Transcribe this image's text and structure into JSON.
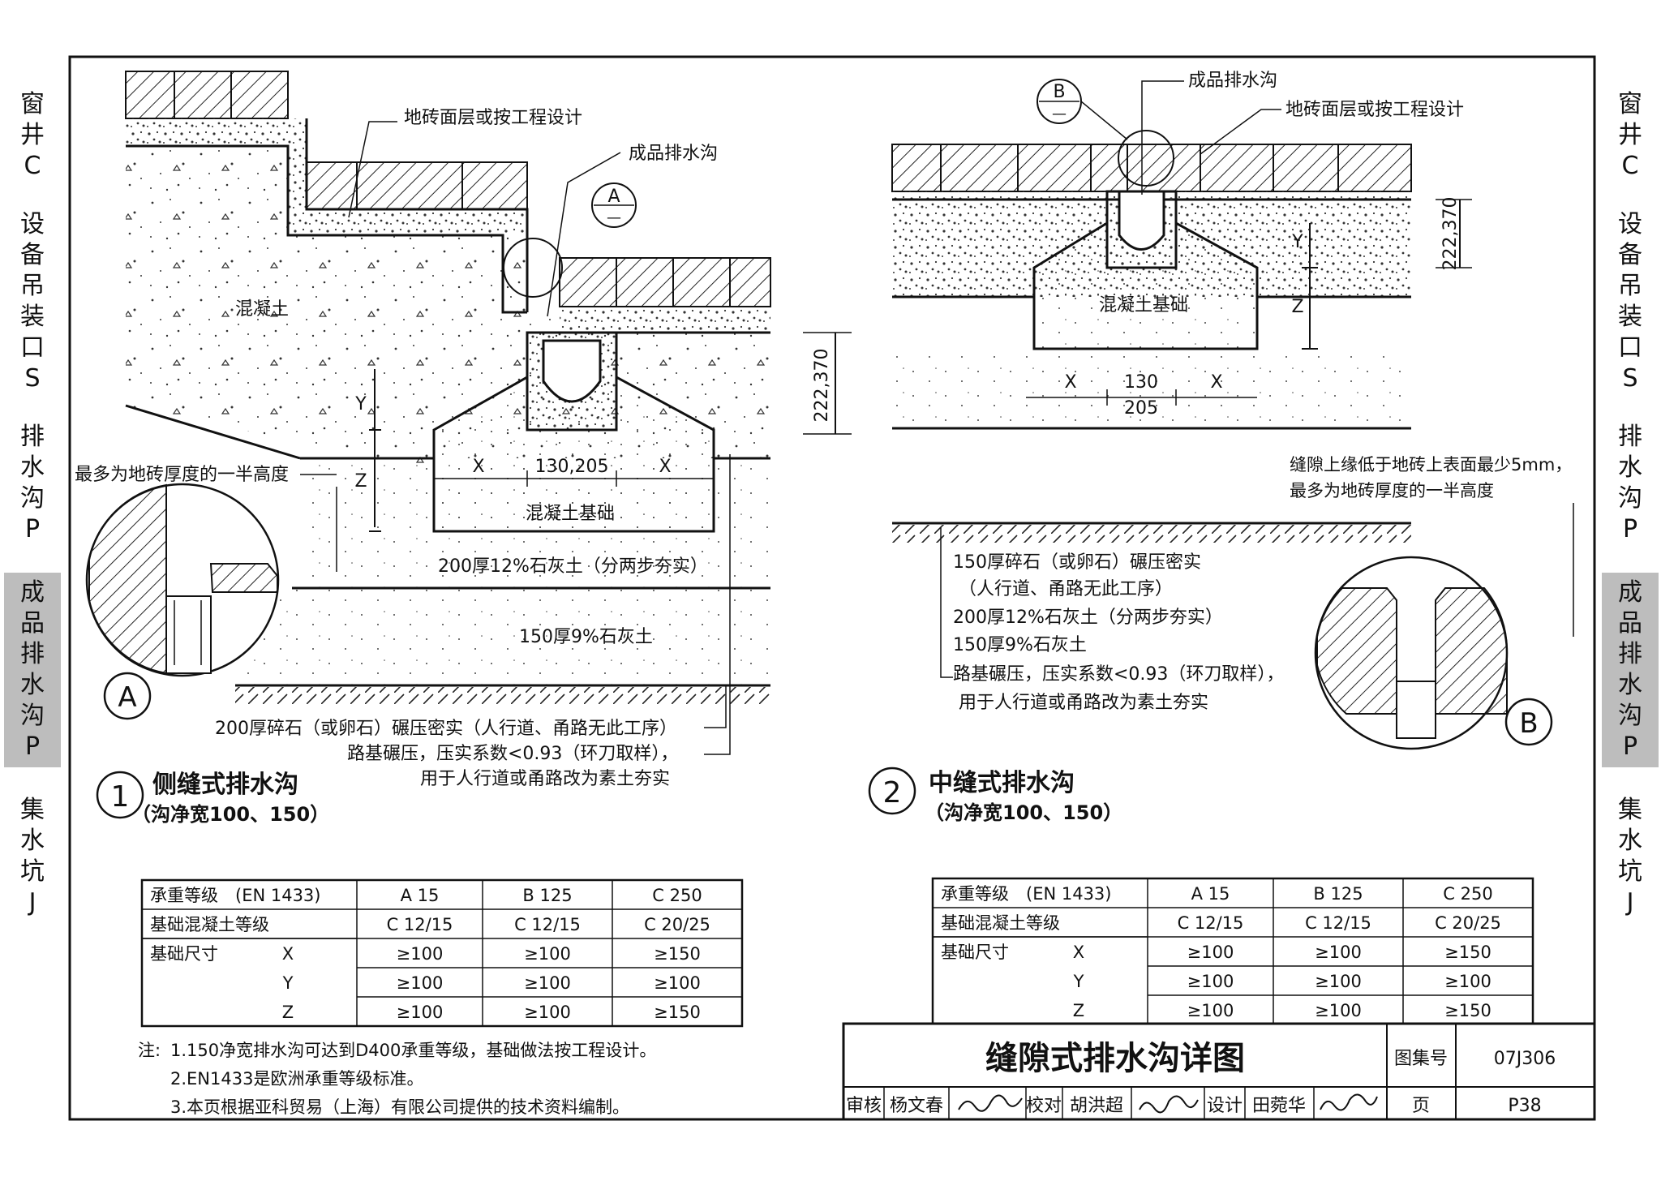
{
  "side_index": {
    "items": [
      {
        "label": "窗井C",
        "active": false
      },
      {
        "label": "设备吊装口S",
        "active": false
      },
      {
        "label": "排水沟P",
        "active": false
      },
      {
        "label": "成品排水沟P",
        "active": true
      },
      {
        "label": "集水坑J",
        "active": false
      }
    ]
  },
  "figure1": {
    "num": "1",
    "title": "侧缝式排水沟",
    "subtitle": "（沟净宽100、150）",
    "labels": {
      "tile_layer": "地砖面层或按工程设计",
      "product_channel": "成品排水沟",
      "concrete": "混凝土",
      "concrete_base": "混凝土基础",
      "half_height": "最多为地砖厚度的一半高度",
      "lime200": "200厚12%石灰土（分两步夯实）",
      "lime150": "150厚9%石灰土",
      "gravel": "200厚碎石（或卵石）碾压密实（人行道、甬路无此工序）",
      "subgrade": "路基碾压，压实系数<0.93（环刀取样），",
      "subgrade2": "用于人行道或甬路改为素土夯实",
      "dim_x": "X",
      "dim_y": "Y",
      "dim_z": "Z",
      "dim_130_205": "130,205",
      "dim_222_370": "222,370",
      "detail_ref": "A",
      "detail_sheet": "—"
    }
  },
  "figure2": {
    "num": "2",
    "title": "中缝式排水沟",
    "subtitle": "（沟净宽100、150）",
    "labels": {
      "tile_layer": "地砖面层或按工程设计",
      "product_channel": "成品排水沟",
      "concrete_base": "混凝土基础",
      "gap_note1": "缝隙上缘低于地砖上表面最少5mm，",
      "gap_note2": "最多为地砖厚度的一半高度",
      "l1": "150厚碎石（或卵石）碾压密实",
      "l1b": "（人行道、甬路无此工序）",
      "l2": "200厚12%石灰土（分两步夯实）",
      "l3": "150厚9%石灰土",
      "l4": "路基碾压，压实系数<0.93（环刀取样），",
      "l4b": "用于人行道或甬路改为素土夯实",
      "dim_x": "X",
      "dim_y": "Y",
      "dim_z": "Z",
      "dim_130": "130",
      "dim_205": "205",
      "dim_222_370": "222,370",
      "detail_ref": "B",
      "detail_sheet": "—"
    }
  },
  "table_headers": [
    "承重等级　(EN 1433)",
    "A 15",
    "B 125",
    "C 250"
  ],
  "table_rows": [
    [
      "基础混凝土等级",
      "",
      "C 12/15",
      "C 12/15",
      "C 20/25"
    ],
    [
      "基础尺寸",
      "X",
      "≥100",
      "≥100",
      "≥150"
    ],
    [
      "",
      "Y",
      "≥100",
      "≥100",
      "≥100"
    ],
    [
      "",
      "Z",
      "≥100",
      "≥100",
      "≥150"
    ]
  ],
  "notes": {
    "head": "注:",
    "items": [
      "1.150净宽排水沟可达到D400承重等级，基础做法按工程设计。",
      "2.EN1433是欧洲承重等级标准。",
      "3.本页根据亚科贸易（上海）有限公司提供的技术资料编制。"
    ]
  },
  "title_block": {
    "title": "缝隙式排水沟详图",
    "atlas_label": "图集号",
    "atlas_no": "07J306",
    "page_label": "页",
    "page_no": "P38",
    "review_label": "审核",
    "reviewer": "杨文春",
    "check_label": "校对",
    "checker": "胡洪超",
    "design_label": "设计",
    "designer": "田菀华"
  }
}
